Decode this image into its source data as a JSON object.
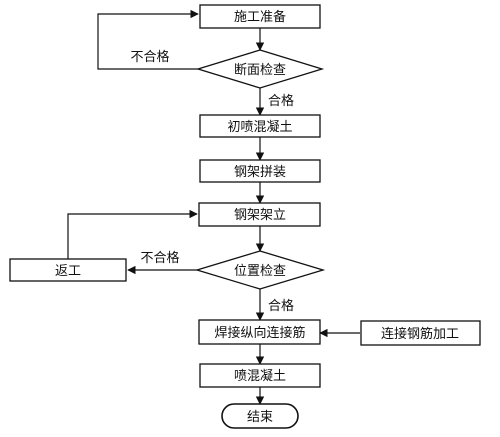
{
  "nodes": {
    "prep": "施工准备",
    "section_check": "断面检查",
    "initial_shotcrete": "初喷混凝土",
    "frame_assembly": "钢架拼装",
    "frame_erection": "钢架架立",
    "rework": "返工",
    "position_check": "位置检查",
    "weld_rebar": "焊接纵向连接筋",
    "rebar_processing": "连接钢筋加工",
    "shotcrete": "喷混凝土",
    "end": "结束"
  },
  "edge_labels": {
    "section_fail": "不合格",
    "section_pass": "合格",
    "position_fail": "不合格",
    "position_pass": "合格"
  }
}
